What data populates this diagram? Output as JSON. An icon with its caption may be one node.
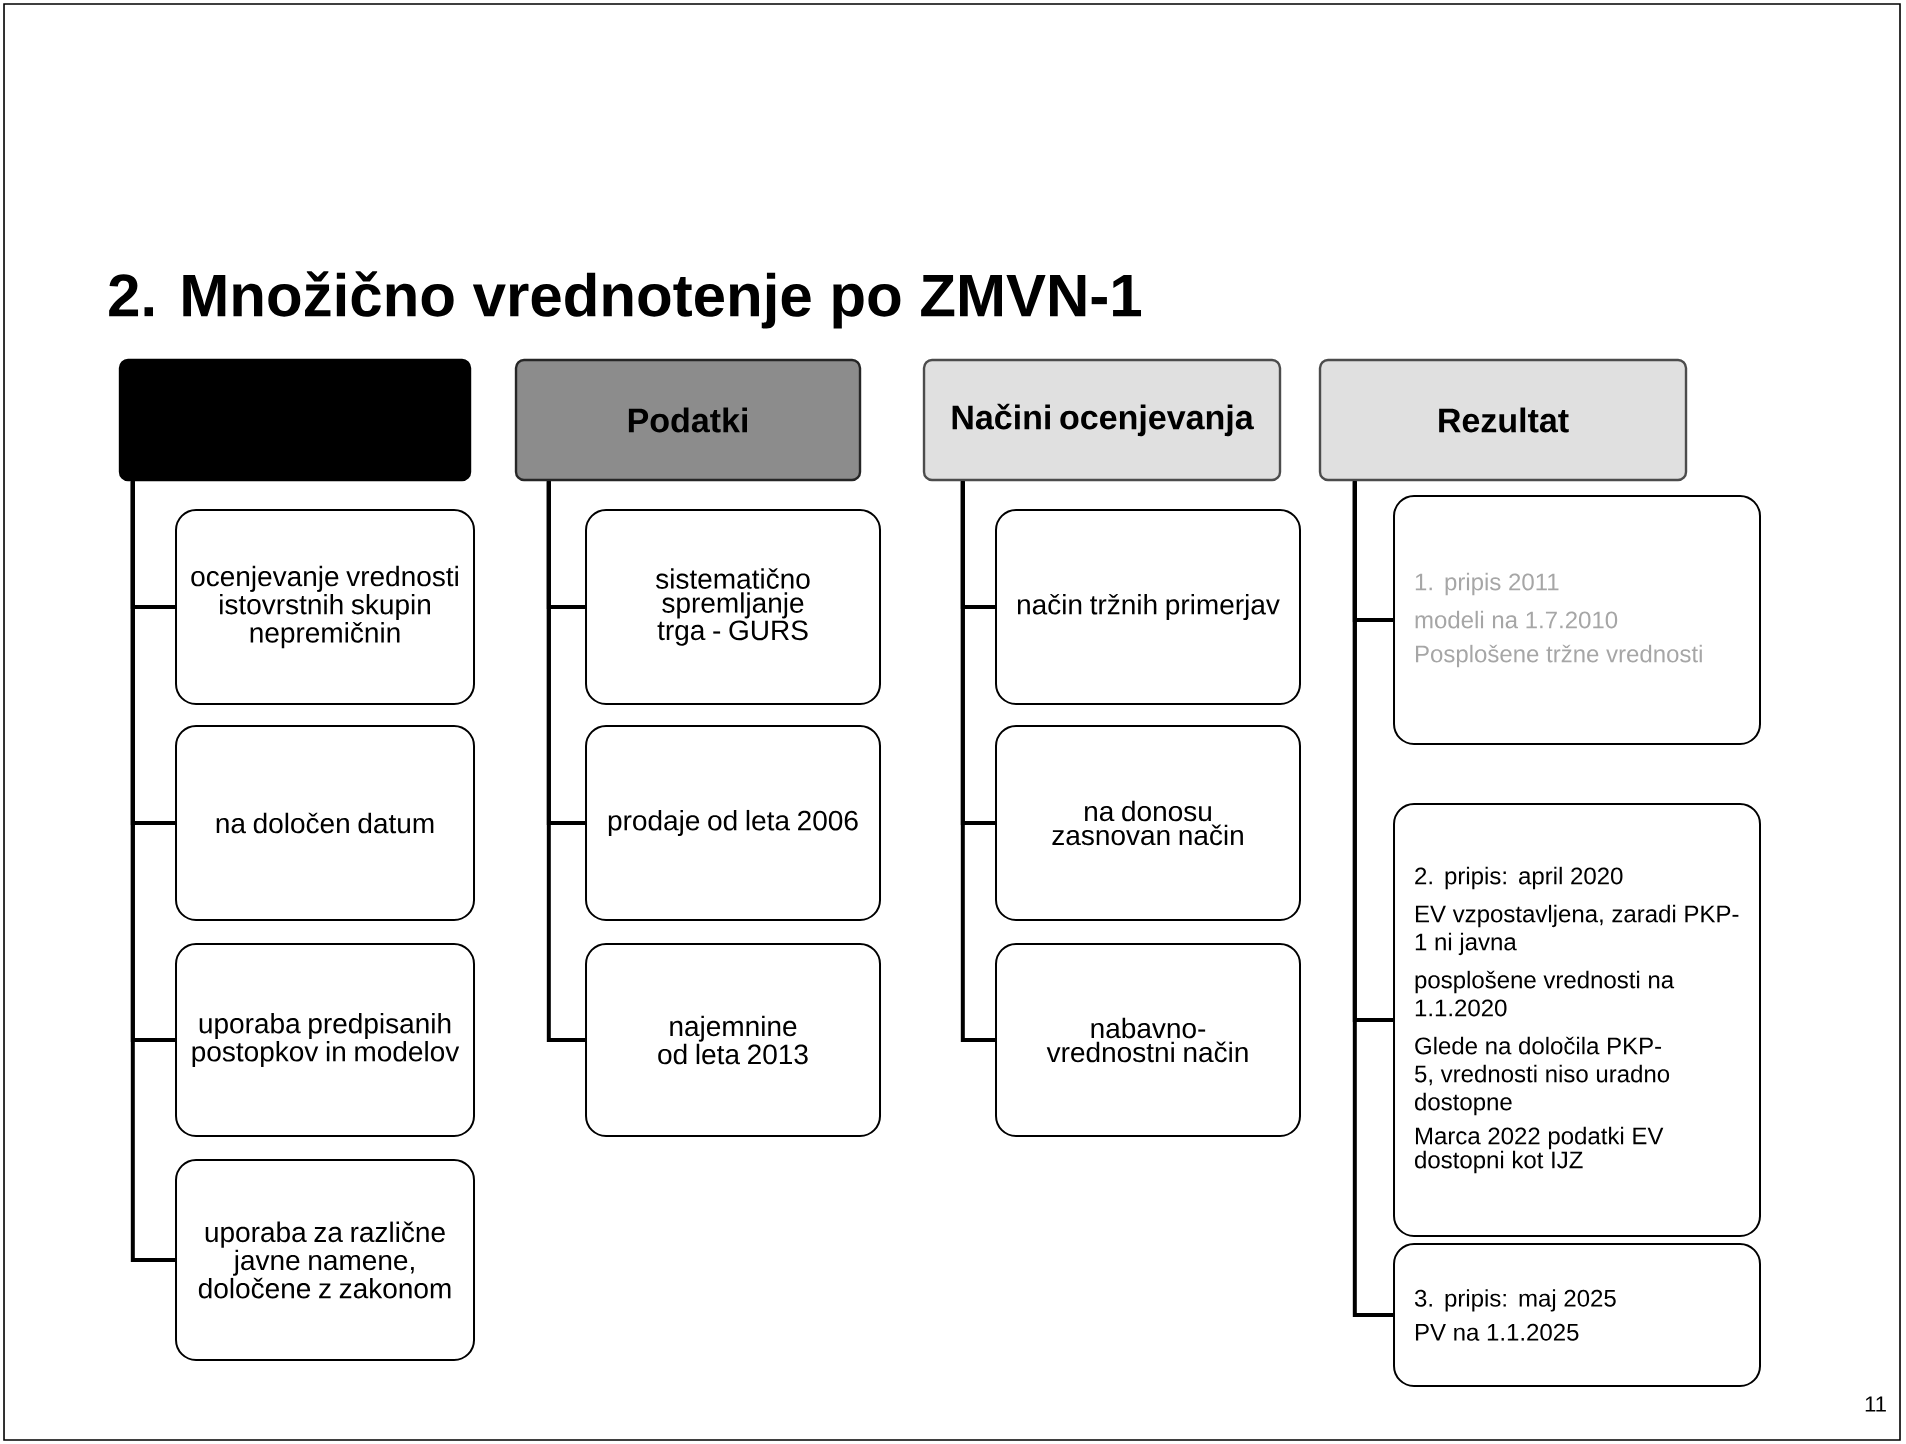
{
  "diagram": {
    "title": "2. Množično vrednotenje po ZMVN-1",
    "nodes": [
      {
        "text": [],
        "shape": "box"
      },
      {
        "text": [
          "ocenjevanje vrednosti istovrstnih skupin nepremičnin"
        ]
      },
      {
        "text": [
          "na določen datum"
        ]
      },
      {
        "text": [
          "uporaba predpisanih postopkov in modelov"
        ]
      },
      {
        "text": [
          "uporaba za različne javne namene, določene z zakonom"
        ]
      },
      {
        "text": [
          "Podatki"
        ]
      },
      {
        "text": [
          "sistematično spremljanje trga - GURS"
        ]
      },
      {
        "text": [
          "prodaje od leta 2006"
        ]
      },
      {
        "text": [
          "najemnine od leta 2013"
        ]
      },
      {
        "text": [
          "Načini ocenjevanja"
        ]
      },
      {
        "text": [
          "način tržnih primerjav"
        ]
      },
      {
        "text": [
          "na donosu zasnovan način"
        ]
      },
      {
        "text": [
          "nabavno-vrednostni način"
        ]
      },
      {
        "text": [
          "Rezultat"
        ]
      },
      {
        "text": [
          "1. pripis 2011",
          "modeli na 1.7.2010",
          "Posplošene tržne vrednosti"
        ]
      },
      {
        "text": [
          "2. pripis: april 2020",
          "EV vzpostavljena, zaradi PKP-1 ni javna",
          "posplošene vrednosti na 1.1.2020",
          "Glede na določila PKP-5, vrednosti niso uradno dostopne",
          "Marca 2022 podatki EV dostopni kot IJZ"
        ]
      },
      {
        "text": [
          "3. pripis: maj 2025",
          "PV na 1.1.2025"
        ]
      }
    ],
    "edges": [
      {
        "from": 0,
        "to": 1,
        "arrow": "none"
      },
      {
        "from": 0,
        "to": 2,
        "arrow": "none"
      },
      {
        "from": 0,
        "to": 3,
        "arrow": "none"
      },
      {
        "from": 0,
        "to": 4,
        "arrow": "none"
      },
      {
        "from": 5,
        "to": 6,
        "arrow": "none"
      },
      {
        "from": 5,
        "to": 7,
        "arrow": "none"
      },
      {
        "from": 5,
        "to": 8,
        "arrow": "none"
      },
      {
        "from": 9,
        "to": 10,
        "arrow": "none"
      },
      {
        "from": 9,
        "to": 11,
        "arrow": "none"
      },
      {
        "from": 9,
        "to": 12,
        "arrow": "none"
      },
      {
        "from": 13,
        "to": 14,
        "arrow": "none"
      },
      {
        "from": 13,
        "to": 15,
        "arrow": "none"
      },
      {
        "from": 13,
        "to": 16,
        "arrow": "none"
      }
    ],
    "labels": [
      "11"
    ]
  }
}
